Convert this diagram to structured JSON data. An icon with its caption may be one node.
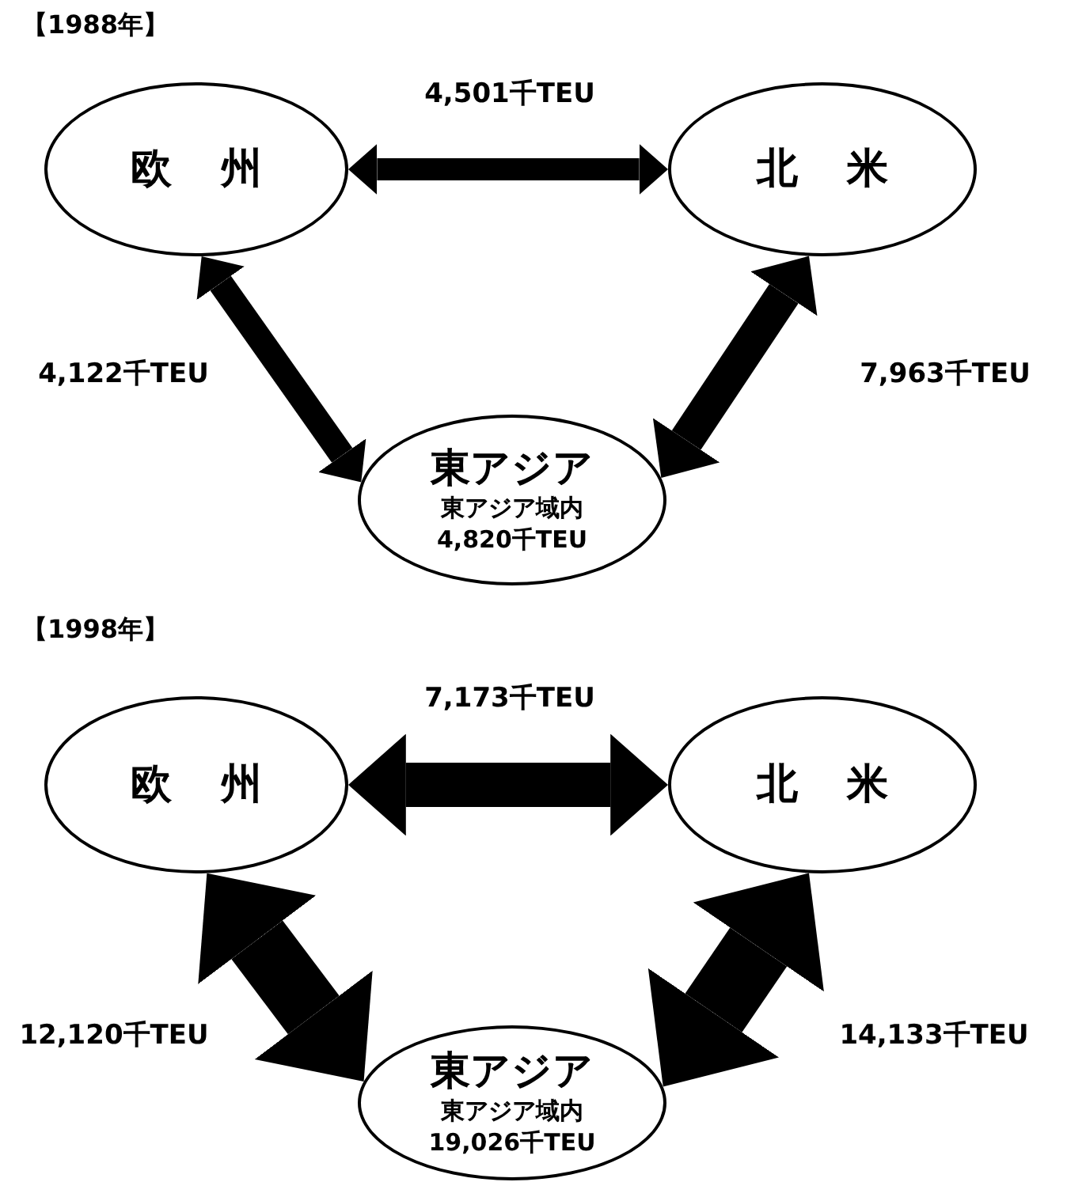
{
  "diagram": {
    "nodes": [
      {
        "text": [
          "欧州"
        ]
      },
      {
        "text": [
          "北米"
        ]
      },
      {
        "text": [
          "東アジア",
          "東アジア域内",
          "4,820千TEU"
        ]
      },
      {
        "text": [
          "欧州"
        ]
      },
      {
        "text": [
          "北米"
        ]
      },
      {
        "text": [
          "東アジア",
          "東アジア域内",
          "19,026千TEU"
        ]
      }
    ],
    "edges": [
      {
        "from": 0,
        "to": 1,
        "arrow": "both",
        "label": "4,501千TEU"
      },
      {
        "from": 0,
        "to": 2,
        "arrow": "both",
        "label": "4,122千TEU"
      },
      {
        "from": 1,
        "to": 2,
        "arrow": "both",
        "label": "7,963千TEU"
      },
      {
        "from": 3,
        "to": 4,
        "arrow": "both",
        "label": "7,173千TEU"
      },
      {
        "from": 3,
        "to": 5,
        "arrow": "both",
        "label": "12,120千TEU",
        "style": "thick"
      },
      {
        "from": 4,
        "to": 5,
        "arrow": "both",
        "label": "14,133千TEU",
        "style": "thick"
      }
    ],
    "labels": [
      "【1988年】",
      "【1998年】"
    ]
  }
}
